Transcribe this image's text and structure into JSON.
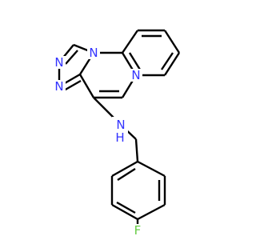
{
  "molecule": {
    "colors": {
      "bond": "#000000",
      "nitrogen": "#3333ff",
      "fluorine": "#66cc44",
      "background": "#ffffff"
    },
    "atoms": {
      "n_bridge": "N",
      "n_triazole_a": "N",
      "n_triazole_b": "N",
      "n_pyrazine": "N",
      "nh": "N",
      "h": "H",
      "f": "F"
    }
  }
}
